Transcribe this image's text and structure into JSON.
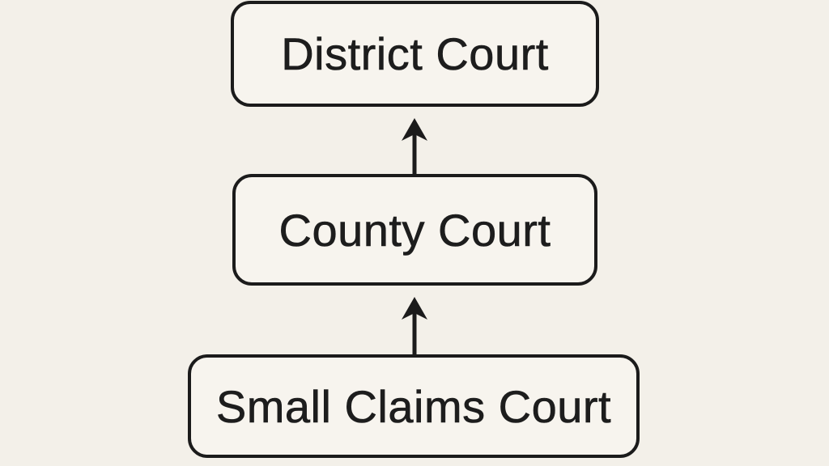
{
  "diagram": {
    "nodes": [
      {
        "id": "district-court",
        "label": "District Court"
      },
      {
        "id": "county-court",
        "label": "County Court"
      },
      {
        "id": "small-claims-court",
        "label": "Small Claims Court"
      }
    ],
    "edges": [
      {
        "from": "county-court",
        "to": "district-court",
        "direction": "up",
        "icon": "up-arrow-icon"
      },
      {
        "from": "small-claims-court",
        "to": "county-court",
        "direction": "up",
        "icon": "up-arrow-icon"
      }
    ]
  },
  "colors": {
    "background": "#f3f0e9",
    "node_fill": "#f7f4ee",
    "stroke": "#1b1b1b",
    "text": "#1d1d1d"
  }
}
